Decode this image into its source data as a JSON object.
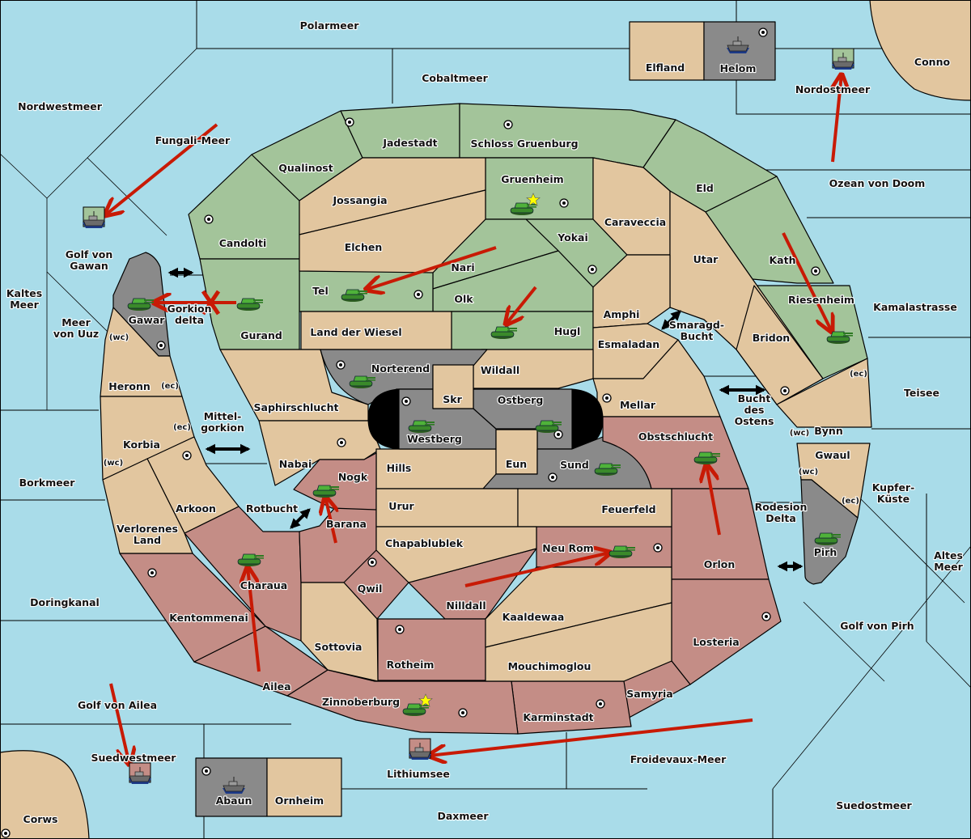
{
  "colors": {
    "sea": "#a9dce9",
    "green_power": "#a3c49a",
    "red_power": "#c48d86",
    "neutral_land": "#e2c69f",
    "grey_power": "#8a8a8a",
    "impassable": "#000000",
    "order_arrow": "#c81a05",
    "home_star": "#ffff00"
  },
  "sea_labels": [
    {
      "id": "polarmeer",
      "name": "Polarmeer"
    },
    {
      "id": "cobaltmeer",
      "name": "Cobaltmeer"
    },
    {
      "id": "nordwestmeer",
      "name": "Nordwestmeer"
    },
    {
      "id": "fungali-meer",
      "name": "Fungali-Meer"
    },
    {
      "id": "golf-von-gawan",
      "name": "Golf von Gawan"
    },
    {
      "id": "kaltes-meer",
      "name": "Kaltes Meer"
    },
    {
      "id": "meer-von-uuz",
      "name": "Meer von Uuz"
    },
    {
      "id": "gorkion-delta",
      "name": "Gorkion delta"
    },
    {
      "id": "mittel-gorkion",
      "name": "Mittel-gorkion"
    },
    {
      "id": "borkmeer",
      "name": "Borkmeer"
    },
    {
      "id": "rotbucht",
      "name": "Rotbucht"
    },
    {
      "id": "doringkanal",
      "name": "Doringkanal"
    },
    {
      "id": "golf-von-ailea",
      "name": "Golf von Ailea"
    },
    {
      "id": "suedwestmeer",
      "name": "Suedwestmeer"
    },
    {
      "id": "lithiumsee",
      "name": "Lithiumsee"
    },
    {
      "id": "daxmeer",
      "name": "Daxmeer"
    },
    {
      "id": "froidevaux-meer",
      "name": "Froidevaux-Meer"
    },
    {
      "id": "suedostmeer",
      "name": "Suedostmeer"
    },
    {
      "id": "golf-von-pirh",
      "name": "Golf von Pirh"
    },
    {
      "id": "altes-meer",
      "name": "Altes Meer"
    },
    {
      "id": "kupfer-kueste",
      "name": "Kupfer-Küste"
    },
    {
      "id": "rodesion-delta",
      "name": "Rodesion Delta"
    },
    {
      "id": "teisee",
      "name": "Teisee"
    },
    {
      "id": "kamalastrasse",
      "name": "Kamalastrasse"
    },
    {
      "id": "bucht-des-ostens",
      "name": "Bucht des Ostens"
    },
    {
      "id": "smaragd-bucht",
      "name": "Smaragd-Bucht"
    },
    {
      "id": "ozean-von-doom",
      "name": "Ozean von Doom"
    },
    {
      "id": "nordostmeer",
      "name": "Nordostmeer"
    }
  ],
  "land_labels": [
    {
      "id": "jadestadt",
      "name": "Jadestadt"
    },
    {
      "id": "schloss-gruenburg",
      "name": "Schloss Gruenburg"
    },
    {
      "id": "qualinost",
      "name": "Qualinost"
    },
    {
      "id": "jossangia",
      "name": "Jossangia"
    },
    {
      "id": "gruenheim",
      "name": "Gruenheim"
    },
    {
      "id": "eld",
      "name": "Eld"
    },
    {
      "id": "caraveccia",
      "name": "Caraveccia"
    },
    {
      "id": "candolti",
      "name": "Candolti"
    },
    {
      "id": "elchen",
      "name": "Elchen"
    },
    {
      "id": "yokai",
      "name": "Yokai"
    },
    {
      "id": "utar",
      "name": "Utar"
    },
    {
      "id": "kath",
      "name": "Kath"
    },
    {
      "id": "nari",
      "name": "Nari"
    },
    {
      "id": "tel",
      "name": "Tel"
    },
    {
      "id": "olk",
      "name": "Olk"
    },
    {
      "id": "gurand",
      "name": "Gurand"
    },
    {
      "id": "gawar",
      "name": "Gawar"
    },
    {
      "id": "amphi",
      "name": "Amphi"
    },
    {
      "id": "riesenheim",
      "name": "Riesenheim"
    },
    {
      "id": "land-der-wiesel",
      "name": "Land der Wiesel"
    },
    {
      "id": "hugl",
      "name": "Hugl"
    },
    {
      "id": "esmaladan",
      "name": "Esmaladan"
    },
    {
      "id": "bridon",
      "name": "Bridon"
    },
    {
      "id": "norterend",
      "name": "Norterend"
    },
    {
      "id": "wildall",
      "name": "Wildall"
    },
    {
      "id": "heronn",
      "name": "Heronn"
    },
    {
      "id": "skr",
      "name": "Skr"
    },
    {
      "id": "ostberg",
      "name": "Ostberg"
    },
    {
      "id": "mellar",
      "name": "Mellar"
    },
    {
      "id": "saphirschlucht",
      "name": "Saphirschlucht"
    },
    {
      "id": "westberg",
      "name": "Westberg"
    },
    {
      "id": "obstschlucht",
      "name": "Obstschlucht"
    },
    {
      "id": "bynn",
      "name": "Bynn"
    },
    {
      "id": "korbia",
      "name": "Korbia"
    },
    {
      "id": "nabai",
      "name": "Nabai"
    },
    {
      "id": "eun",
      "name": "Eun"
    },
    {
      "id": "sund",
      "name": "Sund"
    },
    {
      "id": "gwaul",
      "name": "Gwaul"
    },
    {
      "id": "hills",
      "name": "Hills"
    },
    {
      "id": "nogk",
      "name": "Nogk"
    },
    {
      "id": "arkoon",
      "name": "Arkoon"
    },
    {
      "id": "urur",
      "name": "Urur"
    },
    {
      "id": "feuerfeld",
      "name": "Feuerfeld"
    },
    {
      "id": "barana",
      "name": "Barana"
    },
    {
      "id": "verlorenes-land",
      "name": "Verlorenes Land"
    },
    {
      "id": "chapablublek",
      "name": "Chapablublek"
    },
    {
      "id": "neu-rom",
      "name": "Neu Rom"
    },
    {
      "id": "orlon",
      "name": "Orlon"
    },
    {
      "id": "pirh",
      "name": "Pirh"
    },
    {
      "id": "charaua",
      "name": "Charaua"
    },
    {
      "id": "qwil",
      "name": "Qwil"
    },
    {
      "id": "nilldall",
      "name": "Nilldall"
    },
    {
      "id": "kentommenai",
      "name": "Kentommenai"
    },
    {
      "id": "kaaldewaa",
      "name": "Kaaldewaa"
    },
    {
      "id": "losteria",
      "name": "Losteria"
    },
    {
      "id": "sottovia",
      "name": "Sottovia"
    },
    {
      "id": "rotheim",
      "name": "Rotheim"
    },
    {
      "id": "mouchimoglou",
      "name": "Mouchimoglou"
    },
    {
      "id": "ailea",
      "name": "Ailea"
    },
    {
      "id": "samyria",
      "name": "Samyria"
    },
    {
      "id": "zinnoberburg",
      "name": "Zinnoberburg"
    },
    {
      "id": "karminstadt",
      "name": "Karminstadt"
    },
    {
      "id": "elfland",
      "name": "Elfland"
    },
    {
      "id": "helom",
      "name": "Helom"
    },
    {
      "id": "conno",
      "name": "Conno"
    },
    {
      "id": "abaun",
      "name": "Abaun"
    },
    {
      "id": "ornheim",
      "name": "Ornheim"
    },
    {
      "id": "corws",
      "name": "Corws"
    }
  ],
  "coast_labels": [
    "(wc)",
    "(ec)",
    "(ec)",
    "(wc)",
    "(ec)",
    "(wc)",
    "(wc)",
    "(ec)"
  ],
  "units": [
    {
      "type": "fleet",
      "owner": "green",
      "province": "golf-von-gawan"
    },
    {
      "type": "fleet",
      "owner": "green",
      "province": "nordostmeer"
    },
    {
      "type": "fleet",
      "owner": "grey",
      "province": "helom"
    },
    {
      "type": "fleet",
      "owner": "grey",
      "province": "abaun"
    },
    {
      "type": "fleet",
      "owner": "red",
      "province": "suedwestmeer"
    },
    {
      "type": "fleet",
      "owner": "red",
      "province": "lithiumsee"
    },
    {
      "type": "army",
      "owner": "green",
      "province": "gruenheim",
      "home": true
    },
    {
      "type": "army",
      "owner": "green",
      "province": "tel"
    },
    {
      "type": "army",
      "owner": "green",
      "province": "hugl"
    },
    {
      "type": "army",
      "owner": "green",
      "province": "gurand"
    },
    {
      "type": "army",
      "owner": "grey",
      "province": "gawar"
    },
    {
      "type": "army",
      "owner": "green",
      "province": "riesenheim"
    },
    {
      "type": "army",
      "owner": "grey",
      "province": "norterend"
    },
    {
      "type": "army",
      "owner": "grey",
      "province": "westberg"
    },
    {
      "type": "army",
      "owner": "grey",
      "province": "ostberg"
    },
    {
      "type": "army",
      "owner": "grey",
      "province": "sund"
    },
    {
      "type": "army",
      "owner": "red",
      "province": "obstschlucht"
    },
    {
      "type": "army",
      "owner": "red",
      "province": "nogk"
    },
    {
      "type": "army",
      "owner": "red",
      "province": "charaua"
    },
    {
      "type": "army",
      "owner": "red",
      "province": "neu-rom"
    },
    {
      "type": "army",
      "owner": "grey",
      "province": "pirh"
    },
    {
      "type": "army",
      "owner": "red",
      "province": "zinnoberburg",
      "home": true
    }
  ],
  "orders": [
    {
      "from": "fungali-meer",
      "to": "golf-von-gawan",
      "result": "success"
    },
    {
      "from": "ozean-von-doom",
      "to": "nordostmeer",
      "result": "success"
    },
    {
      "from": "gurand",
      "to": "gawar",
      "result": "failed"
    },
    {
      "from": "nari",
      "to": "tel",
      "result": "success"
    },
    {
      "from": "olk",
      "to": "hugl",
      "result": "success"
    },
    {
      "from": "kath",
      "to": "riesenheim",
      "result": "success"
    },
    {
      "from": "orlon",
      "to": "obstschlucht",
      "result": "success"
    },
    {
      "from": "barana",
      "to": "nogk",
      "result": "success"
    },
    {
      "from": "ailea",
      "to": "charaua",
      "result": "success"
    },
    {
      "from": "nilldall",
      "to": "neu-rom",
      "result": "success"
    },
    {
      "from": "golf-von-ailea",
      "to": "suedwestmeer",
      "result": "success"
    },
    {
      "from": "froidevaux-meer",
      "to": "lithiumsee",
      "result": "success"
    }
  ],
  "failed_marker": "X"
}
